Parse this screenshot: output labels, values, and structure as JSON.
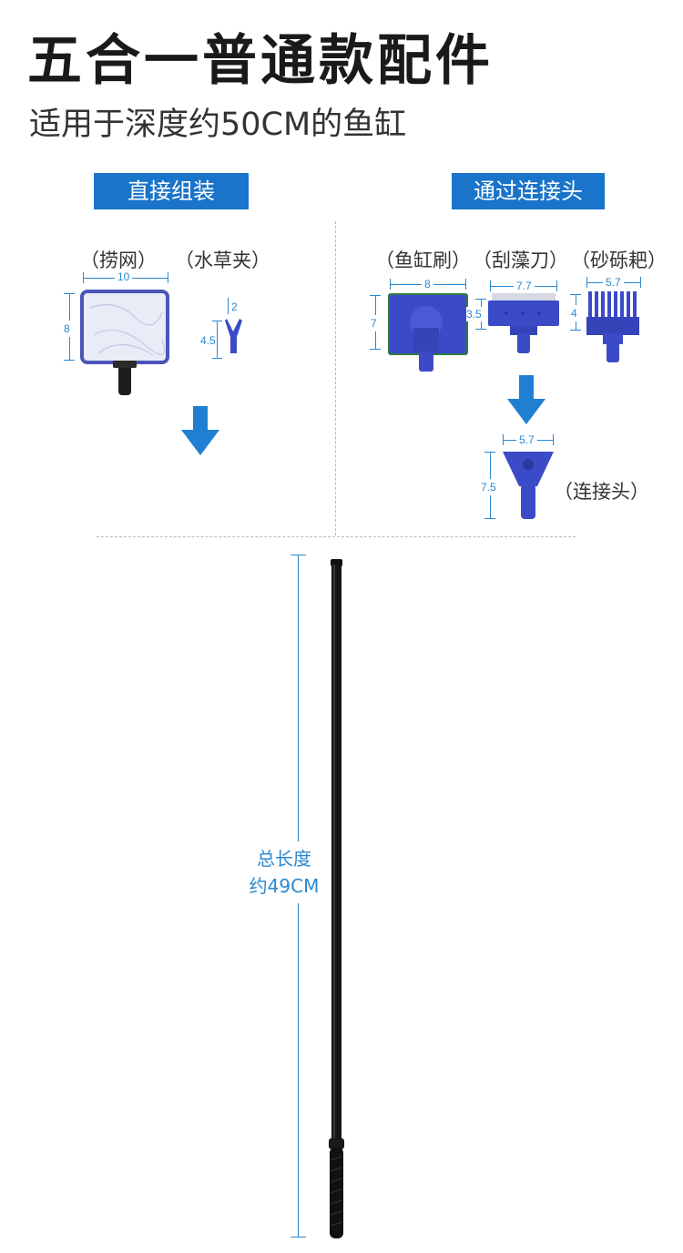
{
  "header": {
    "title": "五合一普通款配件",
    "subtitle": "适用于深度约50CM的鱼缸"
  },
  "left_panel": {
    "label": "直接组装",
    "net_name": "（捞网）",
    "clip_name": "（水草夹）",
    "net_width": "10",
    "net_height": "8",
    "clip_width": "2",
    "clip_height": "4.5"
  },
  "right_panel": {
    "label": "通过连接头",
    "brush_name": "（鱼缸刷）",
    "scraper_name": "（刮藻刀）",
    "rake_name": "（砂砾耙）",
    "brush_width": "8",
    "brush_height": "7",
    "scraper_width": "7.7",
    "scraper_height": "3.5",
    "rake_width": "5.7",
    "rake_height": "4",
    "connector_width": "5.7",
    "connector_height": "7.5",
    "connector_name": "（连接头）"
  },
  "pole": {
    "label_line1": "总长度",
    "label_line2": "约49CM"
  },
  "colors": {
    "accent_blue": "#1a74c9",
    "dimension_blue": "#2a88d0",
    "part_blue": "#3b4bc7",
    "brush_green": "#2e7a4a"
  }
}
